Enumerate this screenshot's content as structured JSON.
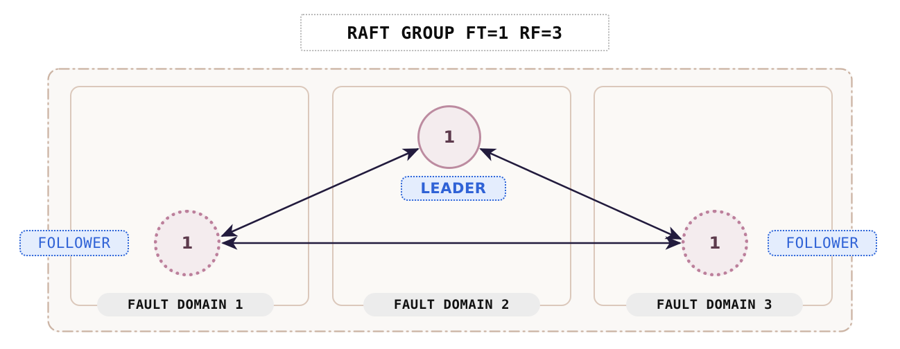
{
  "title": {
    "text": "RAFT GROUP FT=1 RF=3"
  },
  "colors": {
    "page_background": "#ffffff",
    "group_background": "#faf8f6",
    "group_border": "#cbb3a3",
    "domain_border": "#dbc8bb",
    "domain_background": "#fbf9f6",
    "domain_pill": "#ececec",
    "node_fill": "#f4ecee",
    "leader_border": "#bc8ba0",
    "follower_border": "#bc7f9b",
    "node_label": "#5d3a4c",
    "edge": "#221b3d",
    "badge_background": "#e4edfd",
    "badge_border": "#2f66d8",
    "badge_text": "#2f62d6",
    "title_border": "#b9b9b9",
    "title_text": "#0d0d0d"
  },
  "fault_domains": [
    {
      "label": "FAULT DOMAIN 1"
    },
    {
      "label": "FAULT DOMAIN 2"
    },
    {
      "label": "FAULT DOMAIN 3"
    }
  ],
  "nodes": [
    {
      "id": "follower-1",
      "value": "1",
      "role": "FOLLOWER",
      "domain": "FAULT DOMAIN 1",
      "border_style": "dotted"
    },
    {
      "id": "leader",
      "value": "1",
      "role": "LEADER",
      "domain": "FAULT DOMAIN 2",
      "border_style": "solid"
    },
    {
      "id": "follower-3",
      "value": "1",
      "role": "FOLLOWER",
      "domain": "FAULT DOMAIN 3",
      "border_style": "dotted"
    }
  ],
  "badges": {
    "leader": "LEADER",
    "follower_left": "FOLLOWER",
    "follower_right": "FOLLOWER"
  },
  "edges": [
    {
      "from": "leader",
      "to": "follower-1",
      "direction": "bidirectional"
    },
    {
      "from": "leader",
      "to": "follower-3",
      "direction": "bidirectional"
    },
    {
      "from": "follower-3",
      "to": "follower-1",
      "direction": "bidirectional"
    }
  ]
}
